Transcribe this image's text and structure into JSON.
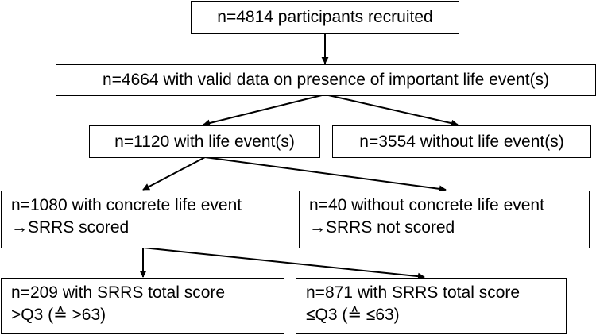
{
  "boxes": {
    "recruited": "n=4814 participants recruited",
    "valid_data": "n=4664 with valid data on presence of important life event(s)",
    "with_events": "n=1120 with life event(s)",
    "without_events": "n=3554 without life event(s)",
    "concrete": {
      "line1": "n=1080 with concrete life event",
      "line2": "→SRRS scored"
    },
    "not_concrete": {
      "line1": "n=40 without concrete life event",
      "line2": "→SRRS not scored"
    },
    "high_score": {
      "line1": "n=209 with SRRS total score",
      "line2": ">Q3 (≙ >63)"
    },
    "low_score": {
      "line1": "n=871 with SRRS total score",
      "line2": "≤Q3 (≙ ≤63)"
    }
  }
}
